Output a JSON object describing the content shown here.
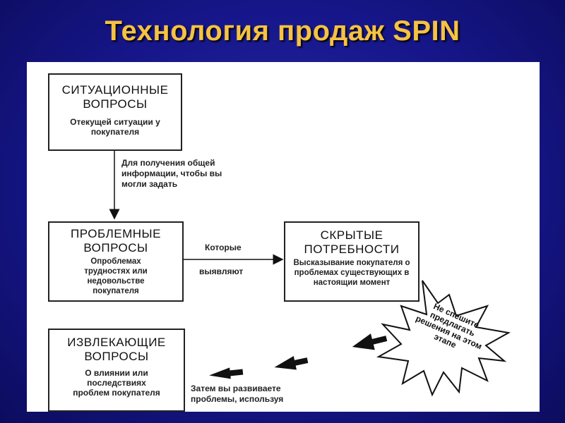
{
  "title": "Технология продаж SPIN",
  "boxes": {
    "situational": {
      "head": "СИТУАЦИОННЫЕ ВОПРОСЫ",
      "body": "Отекущей ситуации у покупателя"
    },
    "problem": {
      "head": "ПРОБЛЕМНЫЕ ВОПРОСЫ",
      "body": "Опроблемах трудностях или недовольстве покупателя"
    },
    "hidden_needs": {
      "head": "СКРЫТЫЕ ПОТРЕБНОСТИ",
      "body": "Высказывание покупателя о проблемах существующих в настоящии момент"
    },
    "implication": {
      "head": "ИЗВЛЕКАЮЩИЕ ВОПРОСЫ",
      "body": "О влиянии или последствиях проблем покупателя"
    }
  },
  "notes": {
    "general_info": "Для получения общей информации, чтобы вы могли задать",
    "which": "Которые",
    "reveal": "выявляют",
    "develop": "Затем вы развиваете проблемы, используя"
  },
  "burst": "Не спешите предлагать решения на этом этапе"
}
